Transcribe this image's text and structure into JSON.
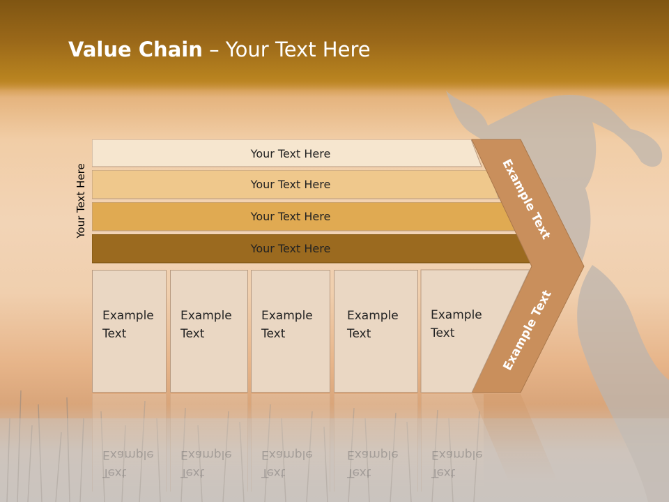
{
  "title": {
    "bold": "Value Chain",
    "rest": " – Your Text Here"
  },
  "side_label": "Your Text Here",
  "bars": [
    {
      "label": "Your Text Here",
      "color": "#f6e6cf"
    },
    {
      "label": "Your Text Here",
      "color": "#efc88c"
    },
    {
      "label": "Your Text Here",
      "color": "#e0aa52"
    },
    {
      "label": "Your Text Here",
      "color": "#9b6a1f"
    }
  ],
  "boxes": [
    {
      "line1": "Example",
      "line2": "Text"
    },
    {
      "line1": "Example",
      "line2": "Text"
    },
    {
      "line1": "Example",
      "line2": "Text"
    },
    {
      "line1": "Example",
      "line2": "Text"
    },
    {
      "line1": "Example",
      "line2": "Text"
    }
  ],
  "chevron": {
    "upper_label": "Example Text",
    "lower_label": "Example Text",
    "color": "#c98f5c"
  }
}
